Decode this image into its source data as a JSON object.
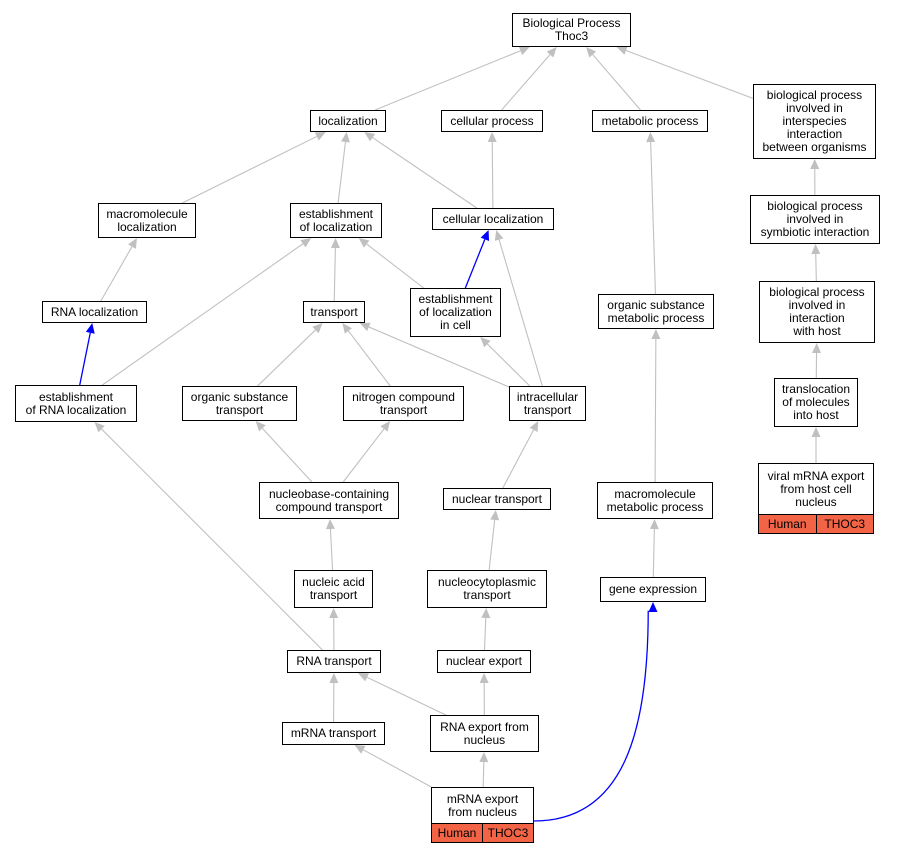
{
  "colors": {
    "edge_default": "#c0c0c0",
    "edge_highlight": "#0000ff",
    "annotation_fill": "#f26445"
  },
  "nodes": {
    "root": {
      "lines": [
        "Biological Process",
        "Thoc3"
      ]
    },
    "localization": {
      "lines": [
        "localization"
      ]
    },
    "cellular_process": {
      "lines": [
        "cellular process"
      ]
    },
    "metabolic_process": {
      "lines": [
        "metabolic process"
      ]
    },
    "bp_interspecies": {
      "lines": [
        "biological process",
        "involved in",
        "interspecies",
        "interaction",
        "between organisms"
      ]
    },
    "macromolecule_localization": {
      "lines": [
        "macromolecule",
        "localization"
      ]
    },
    "establishment_localization": {
      "lines": [
        "establishment",
        "of localization"
      ]
    },
    "cellular_localization": {
      "lines": [
        "cellular localization"
      ]
    },
    "bp_symbiotic": {
      "lines": [
        "biological process",
        "involved in",
        "symbiotic interaction"
      ]
    },
    "rna_localization": {
      "lines": [
        "RNA localization"
      ]
    },
    "transport": {
      "lines": [
        "transport"
      ]
    },
    "establishment_localization_cell": {
      "lines": [
        "establishment",
        "of localization",
        "in cell"
      ]
    },
    "organic_substance_metabolic": {
      "lines": [
        "organic substance",
        "metabolic process"
      ]
    },
    "bp_host": {
      "lines": [
        "biological process",
        "involved in",
        "interaction",
        "with host"
      ]
    },
    "establishment_rna_localization": {
      "lines": [
        "establishment",
        "of RNA localization"
      ]
    },
    "organic_substance_transport": {
      "lines": [
        "organic substance",
        "transport"
      ]
    },
    "nitrogen_compound_transport": {
      "lines": [
        "nitrogen compound",
        "transport"
      ]
    },
    "intracellular_transport": {
      "lines": [
        "intracellular",
        "transport"
      ]
    },
    "translocation_molecules": {
      "lines": [
        "translocation",
        "of molecules",
        "into host"
      ]
    },
    "nucleobase_transport": {
      "lines": [
        "nucleobase-containing",
        "compound transport"
      ]
    },
    "nuclear_transport": {
      "lines": [
        "nuclear transport"
      ]
    },
    "macromolecule_metabolic": {
      "lines": [
        "macromolecule",
        "metabolic process"
      ]
    },
    "viral_mrna_export": {
      "lines": [
        "viral mRNA export",
        "from host cell",
        "nucleus"
      ],
      "tags": [
        "Human",
        "THOC3"
      ]
    },
    "nucleic_acid_transport": {
      "lines": [
        "nucleic acid",
        "transport"
      ]
    },
    "nucleocytoplasmic_transport": {
      "lines": [
        "nucleocytoplasmic",
        "transport"
      ]
    },
    "gene_expression": {
      "lines": [
        "gene expression"
      ]
    },
    "rna_transport": {
      "lines": [
        "RNA transport"
      ]
    },
    "nuclear_export": {
      "lines": [
        "nuclear export"
      ]
    },
    "mrna_transport": {
      "lines": [
        "mRNA transport"
      ]
    },
    "rna_export_nucleus": {
      "lines": [
        "RNA export from",
        "nucleus"
      ]
    },
    "mrna_export_nucleus": {
      "lines": [
        "mRNA export",
        "from nucleus"
      ],
      "tags": [
        "Human",
        "THOC3"
      ]
    }
  },
  "edges": [
    {
      "from": "localization",
      "to": "root",
      "highlight": false
    },
    {
      "from": "cellular_process",
      "to": "root",
      "highlight": false
    },
    {
      "from": "metabolic_process",
      "to": "root",
      "highlight": false
    },
    {
      "from": "bp_interspecies",
      "to": "root",
      "highlight": false
    },
    {
      "from": "macromolecule_localization",
      "to": "localization",
      "highlight": false
    },
    {
      "from": "establishment_localization",
      "to": "localization",
      "highlight": false
    },
    {
      "from": "cellular_localization",
      "to": "localization",
      "highlight": false
    },
    {
      "from": "cellular_localization",
      "to": "cellular_process",
      "highlight": false
    },
    {
      "from": "rna_localization",
      "to": "macromolecule_localization",
      "highlight": false
    },
    {
      "from": "transport",
      "to": "establishment_localization",
      "highlight": false
    },
    {
      "from": "establishment_localization_cell",
      "to": "establishment_localization",
      "highlight": false
    },
    {
      "from": "establishment_rna_localization",
      "to": "establishment_localization",
      "highlight": false
    },
    {
      "from": "establishment_localization_cell",
      "to": "cellular_localization",
      "highlight": true
    },
    {
      "from": "intracellular_transport",
      "to": "cellular_localization",
      "highlight": false
    },
    {
      "from": "establishment_rna_localization",
      "to": "rna_localization",
      "highlight": true
    },
    {
      "from": "organic_substance_transport",
      "to": "transport",
      "highlight": false
    },
    {
      "from": "nitrogen_compound_transport",
      "to": "transport",
      "highlight": false
    },
    {
      "from": "intracellular_transport",
      "to": "transport",
      "highlight": false
    },
    {
      "from": "intracellular_transport",
      "to": "establishment_localization_cell",
      "highlight": false
    },
    {
      "from": "nucleobase_transport",
      "to": "organic_substance_transport",
      "highlight": false
    },
    {
      "from": "nucleobase_transport",
      "to": "nitrogen_compound_transport",
      "highlight": false
    },
    {
      "from": "nuclear_transport",
      "to": "intracellular_transport",
      "highlight": false
    },
    {
      "from": "rna_transport",
      "to": "establishment_rna_localization",
      "highlight": false
    },
    {
      "from": "nucleic_acid_transport",
      "to": "nucleobase_transport",
      "highlight": false
    },
    {
      "from": "nucleocytoplasmic_transport",
      "to": "nuclear_transport",
      "highlight": false
    },
    {
      "from": "rna_transport",
      "to": "nucleic_acid_transport",
      "highlight": false
    },
    {
      "from": "nuclear_export",
      "to": "nucleocytoplasmic_transport",
      "highlight": false
    },
    {
      "from": "mrna_transport",
      "to": "rna_transport",
      "highlight": false
    },
    {
      "from": "rna_export_nucleus",
      "to": "rna_transport",
      "highlight": false
    },
    {
      "from": "rna_export_nucleus",
      "to": "nuclear_export",
      "highlight": false
    },
    {
      "from": "mrna_export_nucleus",
      "to": "mrna_transport",
      "highlight": false
    },
    {
      "from": "mrna_export_nucleus",
      "to": "rna_export_nucleus",
      "highlight": false
    },
    {
      "from": "mrna_export_nucleus",
      "to": "gene_expression",
      "highlight": true
    },
    {
      "from": "organic_substance_metabolic",
      "to": "metabolic_process",
      "highlight": false
    },
    {
      "from": "macromolecule_metabolic",
      "to": "organic_substance_metabolic",
      "highlight": false
    },
    {
      "from": "gene_expression",
      "to": "macromolecule_metabolic",
      "highlight": false
    },
    {
      "from": "bp_symbiotic",
      "to": "bp_interspecies",
      "highlight": false
    },
    {
      "from": "bp_host",
      "to": "bp_symbiotic",
      "highlight": false
    },
    {
      "from": "translocation_molecules",
      "to": "bp_host",
      "highlight": false
    },
    {
      "from": "viral_mrna_export",
      "to": "translocation_molecules",
      "highlight": false
    }
  ]
}
